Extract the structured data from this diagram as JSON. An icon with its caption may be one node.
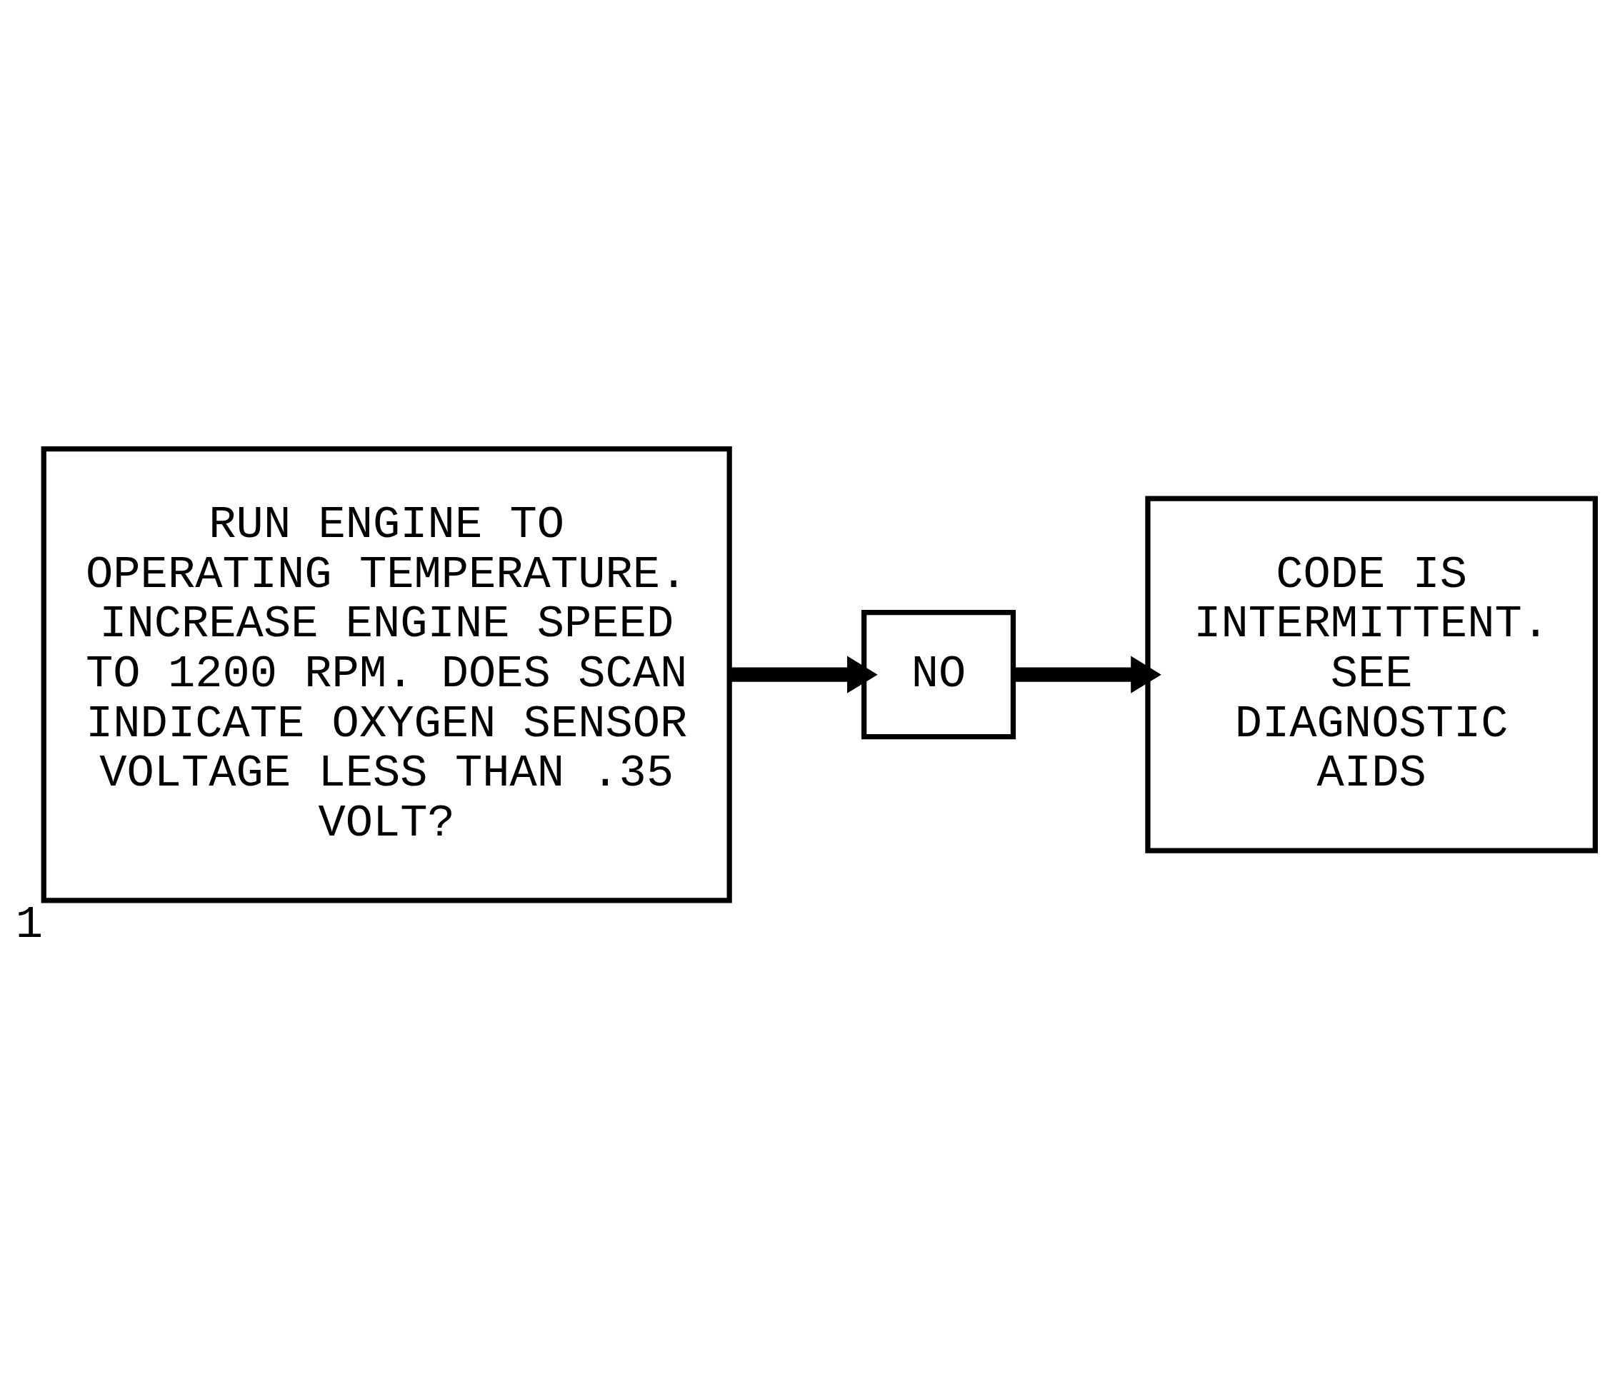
{
  "diagram": {
    "nodes": [
      {
        "text": [
          "RUN ENGINE TO OPERATING TEMPERATURE. INCREASE ENGINE SPEED TO 1200 RPM. DOES SCAN INDICATE OXYGEN SENSOR VOLTAGE LESS THAN .35 VOLT?"
        ],
        "beside": [
          "1"
        ]
      },
      {
        "text": [
          "NO"
        ]
      },
      {
        "text": [
          "CODE IS INTERMITTENT. SEE DIAGNOSTIC AIDS"
        ]
      }
    ],
    "edges": [
      {
        "from": 0,
        "to": 1,
        "arrow": "to"
      },
      {
        "from": 1,
        "to": 2,
        "arrow": "to"
      }
    ]
  }
}
